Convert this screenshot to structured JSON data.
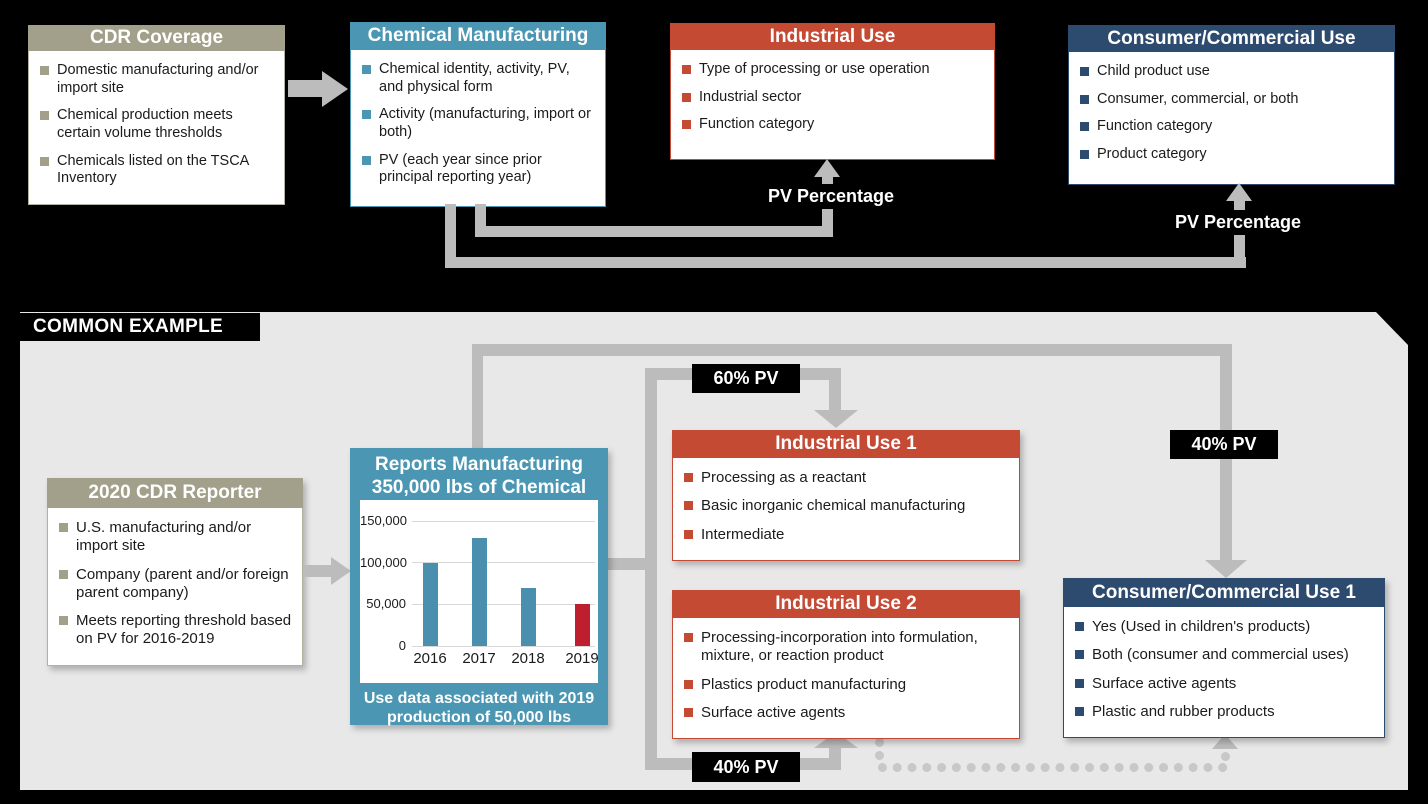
{
  "top_flow": {
    "boxes": [
      {
        "title": "CDR Coverage",
        "theme": "olive",
        "items": [
          "Domestic manufacturing and/or import site",
          "Chemical production meets certain volume thresholds",
          "Chemicals listed on the TSCA Inventory"
        ]
      },
      {
        "title": "Chemical Manufacturing",
        "theme": "teal",
        "items": [
          "Chemical identity, activity, PV, and physical form",
          "Activity (manufacturing, import or both)",
          "PV (each year since prior principal reporting year)"
        ]
      },
      {
        "title": "Industrial Use",
        "theme": "red",
        "items": [
          "Type of processing or use operation",
          "Industrial sector",
          "Function category"
        ]
      },
      {
        "title": "Consumer/Commercial Use",
        "theme": "navy",
        "items": [
          "Child product use",
          "Consumer, commercial, or both",
          "Function category",
          "Product category"
        ]
      }
    ],
    "pv_label_industrial": "PV Percentage",
    "pv_label_consumer": "PV Percentage"
  },
  "example": {
    "banner": "COMMON EXAMPLE",
    "reporter_box": {
      "title": "2020 CDR Reporter",
      "items": [
        "U.S. manufacturing and/or import site",
        "Company (parent and/or foreign parent company)",
        "Meets reporting threshold based on PV for 2016-2019"
      ]
    },
    "industrial_use_1": {
      "title": "Industrial Use 1",
      "items": [
        "Processing as a reactant",
        "Basic inorganic chemical manufacturing",
        "Intermediate"
      ]
    },
    "industrial_use_2": {
      "title": "Industrial Use 2",
      "items": [
        "Processing-incorporation into formulation, mixture, or reaction product",
        "Plastics product manufacturing",
        "Surface active agents"
      ]
    },
    "consumer_use_1": {
      "title": "Consumer/Commercial Use 1",
      "items": [
        "Yes (Used in children's products)",
        "Both (consumer and commercial uses)",
        "Surface active agents",
        "Plastic and rubber products"
      ]
    },
    "labels": {
      "pv60": "60% PV",
      "pv40_top": "40% PV",
      "pv40_bottom": "40% PV"
    }
  },
  "chart_data": {
    "type": "bar",
    "title": "Reports Manufacturing 350,000 lbs of Chemical",
    "title_lines": [
      "Reports Manufacturing",
      "350,000 lbs of Chemical"
    ],
    "caption_lines": [
      "Use data associated with 2019",
      "production of 50,000 lbs"
    ],
    "categories": [
      "2016",
      "2017",
      "2018",
      "2019"
    ],
    "values": [
      100000,
      130000,
      70000,
      50000
    ],
    "bar_colors": [
      "#4a90ae",
      "#4a90ae",
      "#4a90ae",
      "#be1e2d"
    ],
    "xlabel": "",
    "ylabel": "",
    "ylim": [
      0,
      150000
    ],
    "yticks": [
      0,
      50000,
      100000,
      150000
    ],
    "ytick_labels": [
      "0",
      "50,000",
      "100,000",
      "150,000"
    ],
    "grid": true,
    "legend": false
  },
  "colors": {
    "olive": "#a2a08a",
    "teal": "#4a96b3",
    "red": "#c44a34",
    "navy": "#2d4b6e",
    "connector_gray": "#bcbcbc",
    "panel_gray": "#e8e8e9",
    "bar_teal": "#4a90ae",
    "bar_red": "#be1e2d",
    "background": "#000000"
  }
}
